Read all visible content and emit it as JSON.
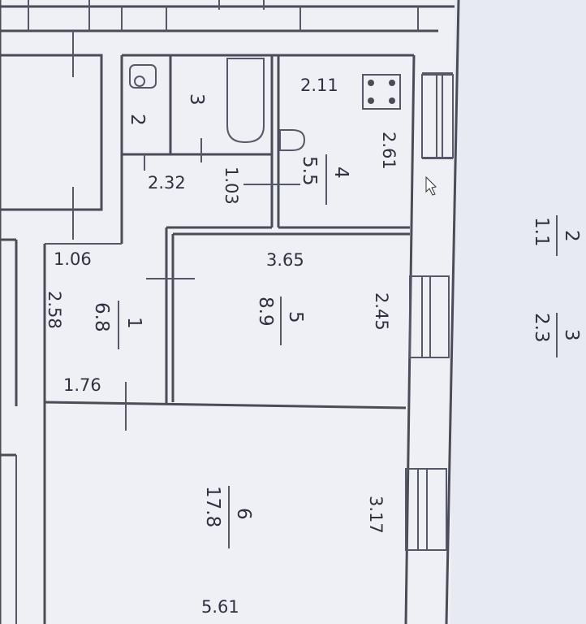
{
  "plan": {
    "rooms": [
      {
        "id": "1",
        "number": "1",
        "area": "6.8"
      },
      {
        "id": "2",
        "number": "2",
        "area": ""
      },
      {
        "id": "3",
        "number": "3",
        "area": ""
      },
      {
        "id": "4",
        "number": "4",
        "area": "5.5"
      },
      {
        "id": "5",
        "number": "5",
        "area": "8.9"
      },
      {
        "id": "6",
        "number": "6",
        "area": "17.8"
      }
    ],
    "balconies": [
      {
        "number": "2",
        "area": "1.1"
      },
      {
        "number": "3",
        "area": "2.3"
      }
    ],
    "dimensions": {
      "d_211": "2.11",
      "d_261": "2.61",
      "d_232": "2.32",
      "d_103": "1.03",
      "d_106": "1.06",
      "d_258": "2.58",
      "d_176": "1.76",
      "d_365": "3.65",
      "d_245": "2.45",
      "d_317": "3.17",
      "d_561": "5.61"
    }
  },
  "colors": {
    "background": "#eef0f6",
    "lines": "#4a4c58"
  }
}
